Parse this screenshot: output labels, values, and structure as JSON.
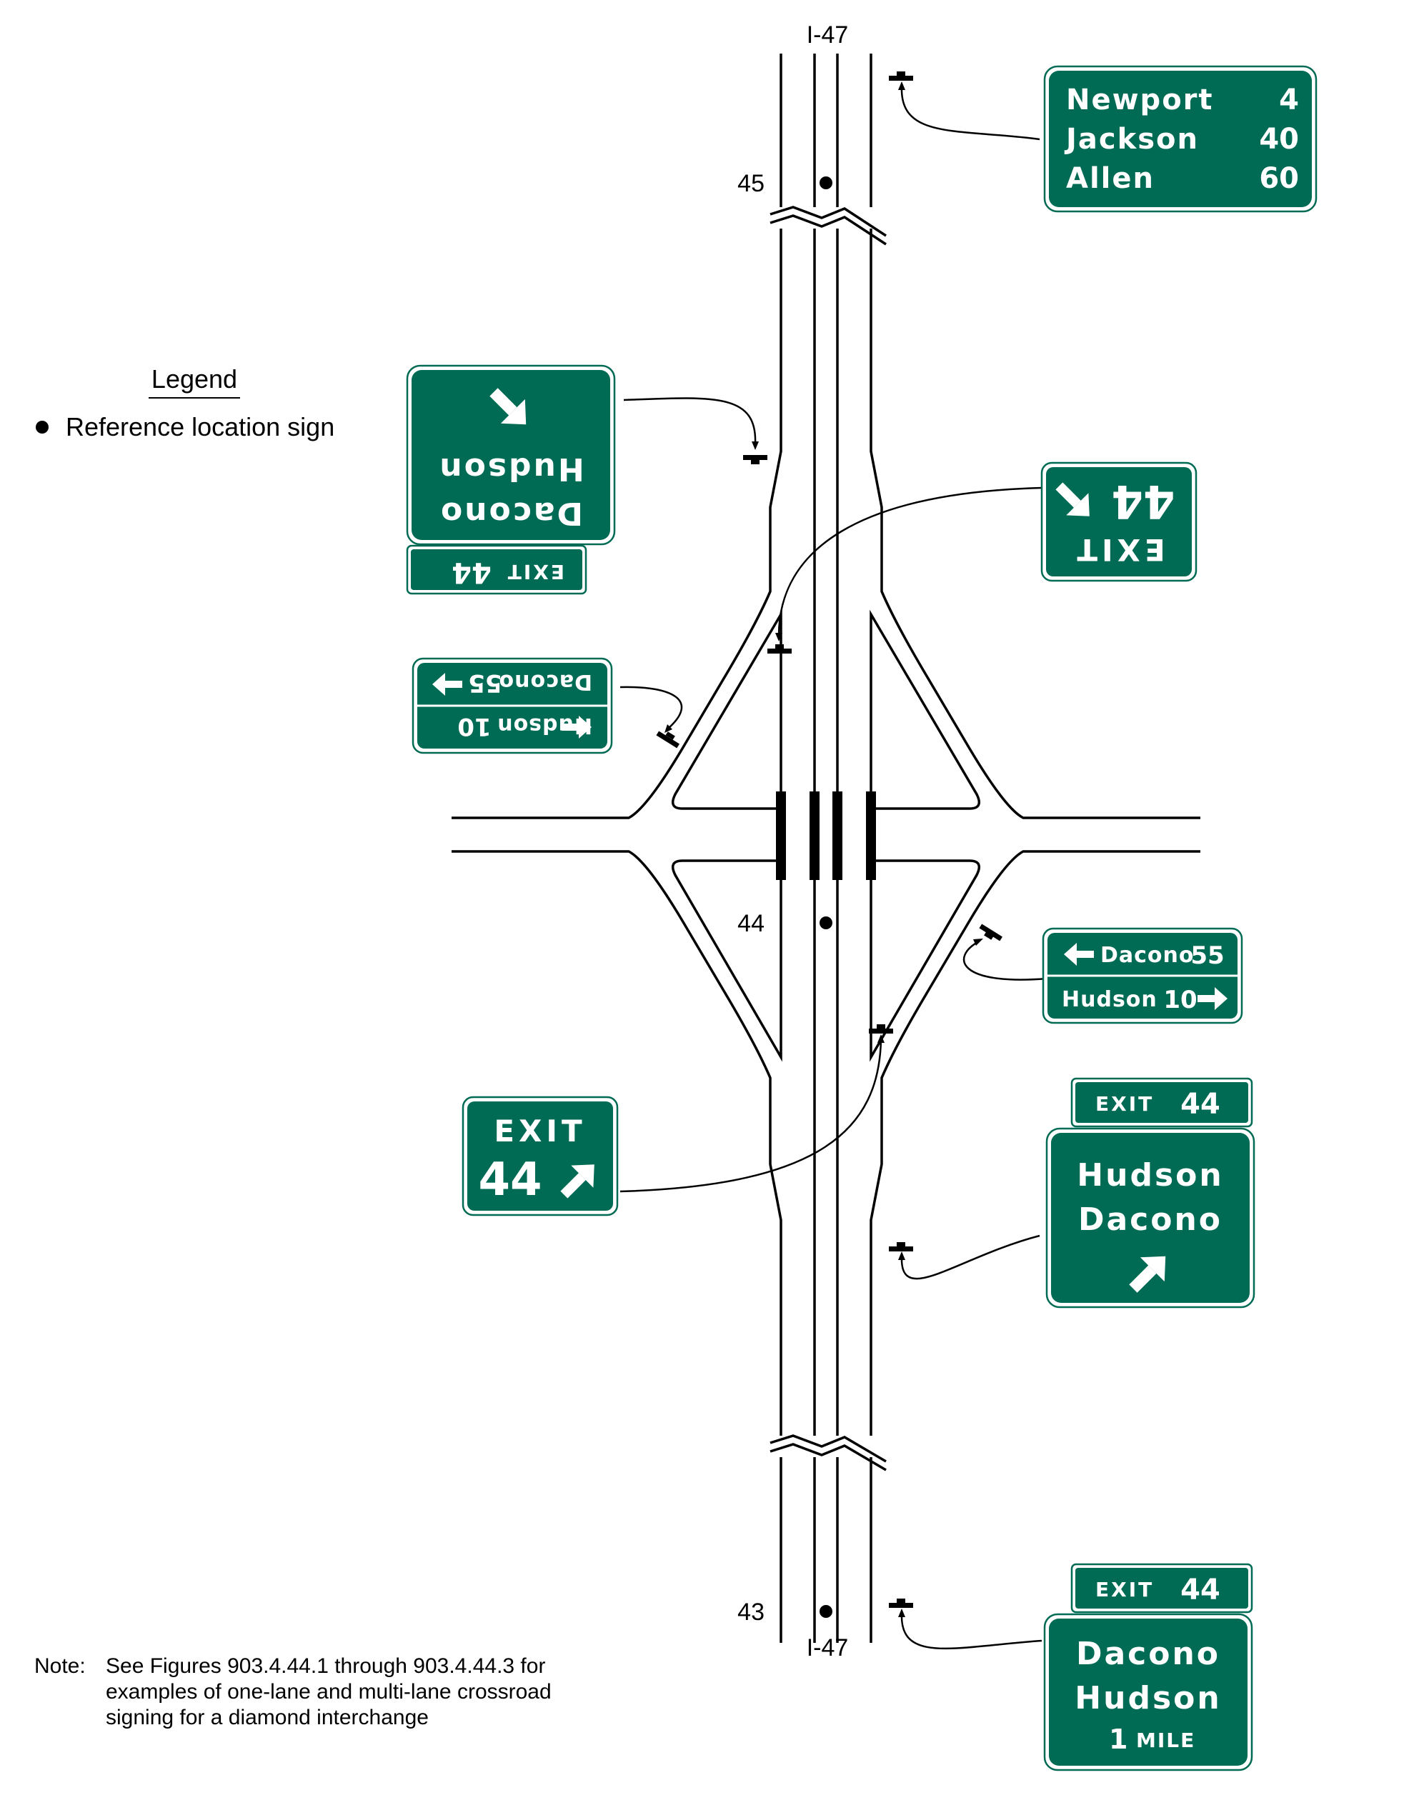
{
  "highway": {
    "route_top": "I-47",
    "route_bottom": "I-47",
    "milepost_45": "45",
    "milepost_44": "44",
    "milepost_43": "43"
  },
  "legend": {
    "title": "Legend",
    "reference_location": "Reference location sign"
  },
  "note": {
    "prefix": "Note:",
    "line1": "See Figures 903.4.44.1 through 903.4.44.3 for",
    "line2": "examples of one-lane and multi-lane crossroad",
    "line3": "signing for a diamond interchange"
  },
  "signs": {
    "distance": {
      "rows": [
        {
          "dest": "Newport",
          "miles": "4"
        },
        {
          "dest": "Jackson",
          "miles": "40"
        },
        {
          "dest": "Allen",
          "miles": "60"
        }
      ]
    },
    "advance_1mile": {
      "exit_word": "EXIT",
      "exit_number": "44",
      "line1": "Dacono",
      "line2": "Hudson",
      "distance_number": "1",
      "distance_unit": "MILE"
    },
    "guide_nb": {
      "exit_word": "EXIT",
      "exit_number": "44",
      "line1": "Hudson",
      "line2": "Dacono"
    },
    "gore_nb": {
      "exit_word": "EXIT",
      "exit_number": "44"
    },
    "ramp_nb": {
      "left_dest": "Dacono",
      "left_number": "55",
      "right_dest": "Hudson",
      "right_number": "10"
    },
    "guide_sb": {
      "exit_word": "EXIT",
      "exit_number": "44",
      "line1": "Dacono",
      "line2": "Hudson"
    },
    "gore_sb": {
      "exit_word": "EXIT",
      "exit_number": "44"
    },
    "ramp_sb": {
      "left_dest": "Dacono",
      "left_number": "55",
      "right_dest": "Hudson",
      "right_number": "10"
    }
  }
}
